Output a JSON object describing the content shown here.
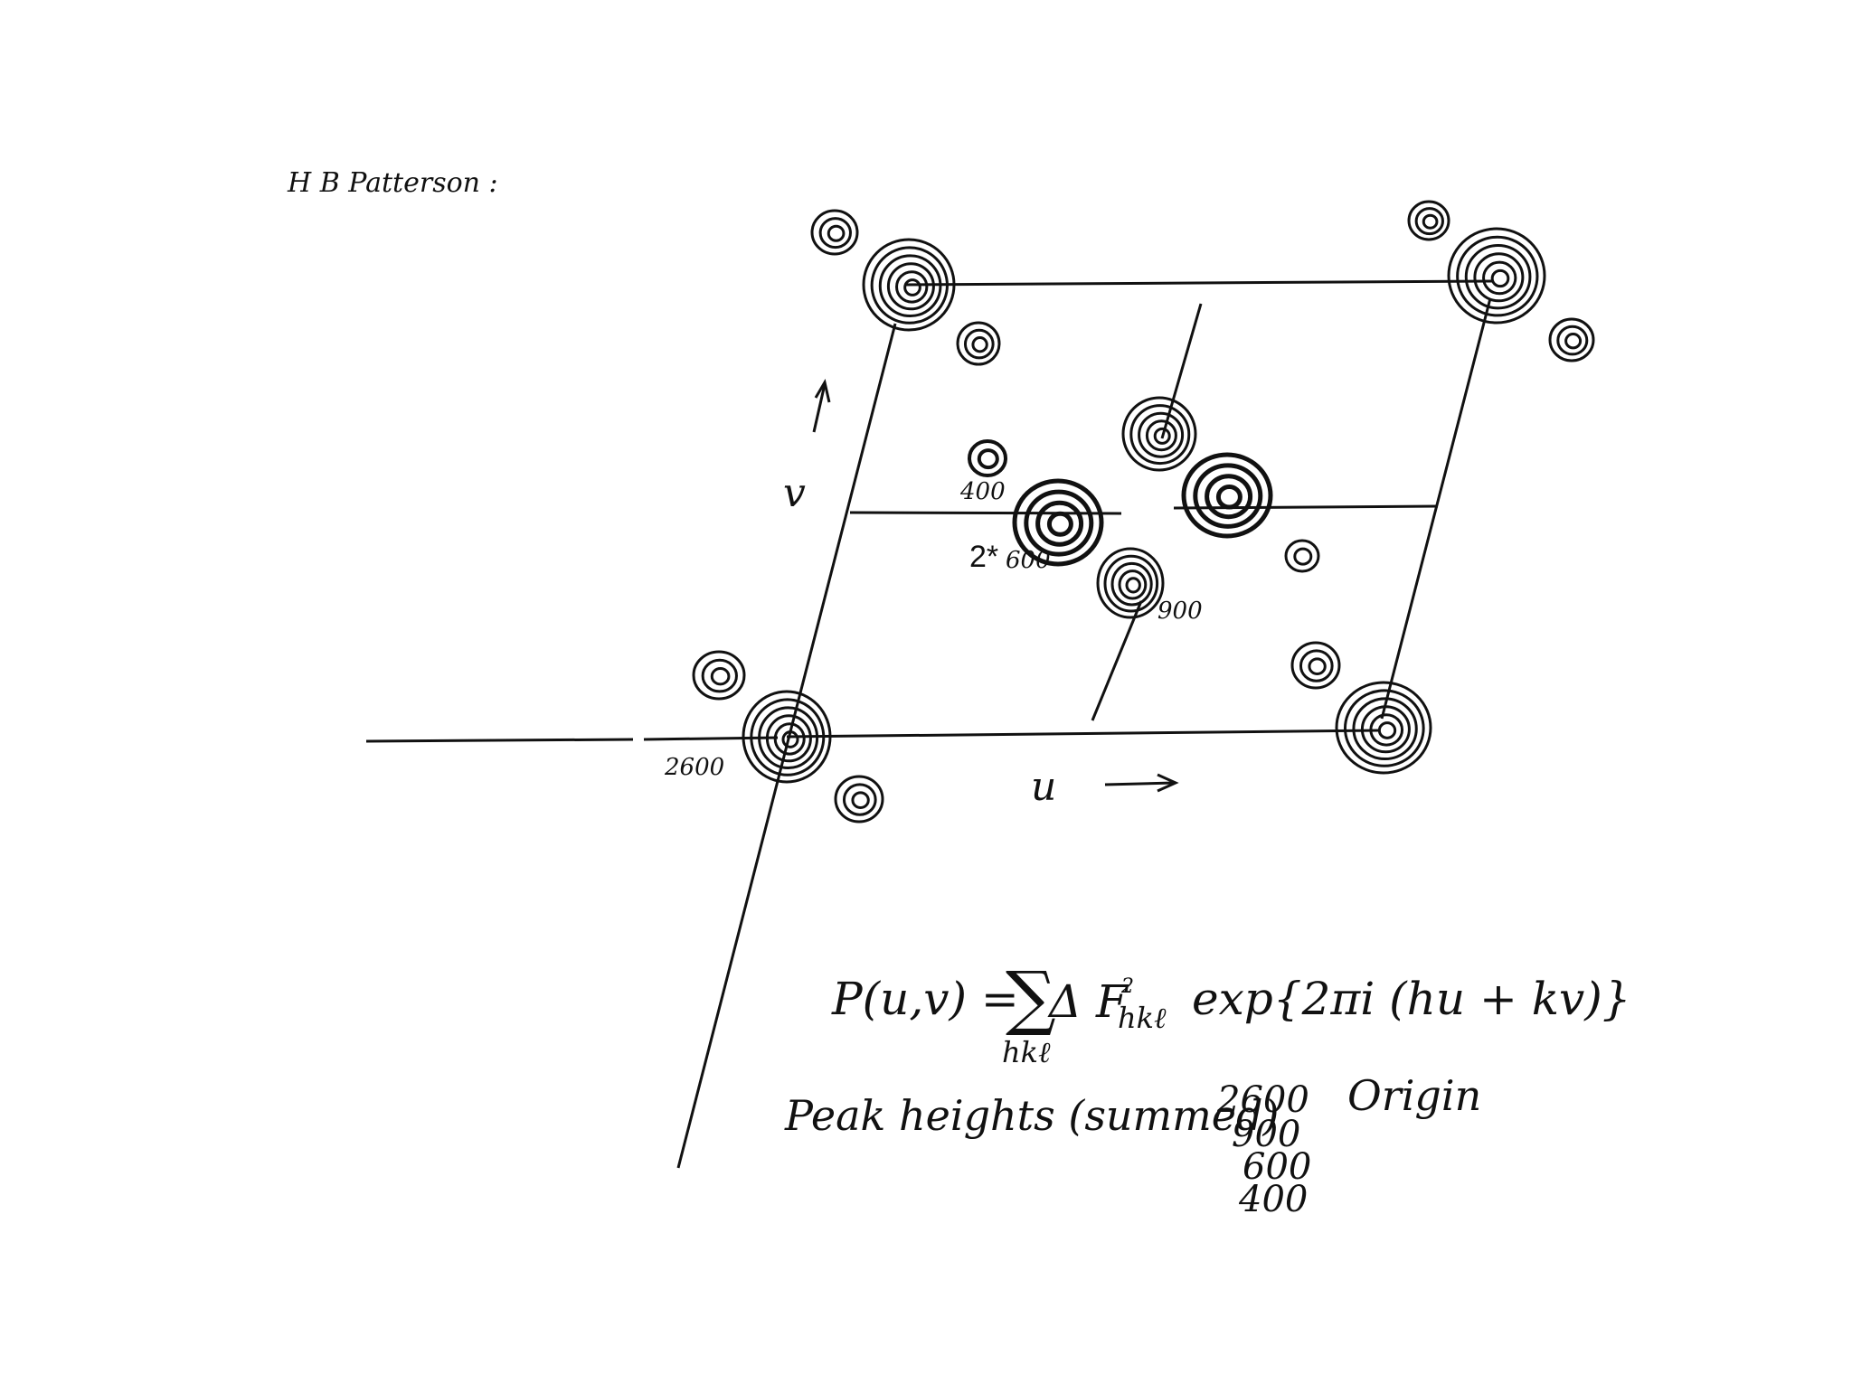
{
  "title": "H B Patterson :",
  "axes": {
    "u_label": "u",
    "v_label": "v"
  },
  "peak_labels": {
    "origin": "2600",
    "p400": "400",
    "p600": "600",
    "p900": "900",
    "annotation": "2*"
  },
  "formula": {
    "lhs": "P(u,v) =",
    "sigma": "∑",
    "delta_f": "Δ F",
    "sup": "2",
    "sub": "hkℓ",
    "exp": "exp{2πi (hu + kv)}",
    "sum_index": "hkℓ"
  },
  "peak_heights": {
    "label": "Peak heights (summed)",
    "values": [
      "2600",
      "900",
      "600",
      "400"
    ],
    "origin_note": "Origin"
  },
  "colors": {
    "ink": "#111111",
    "background": "#ffffff"
  }
}
